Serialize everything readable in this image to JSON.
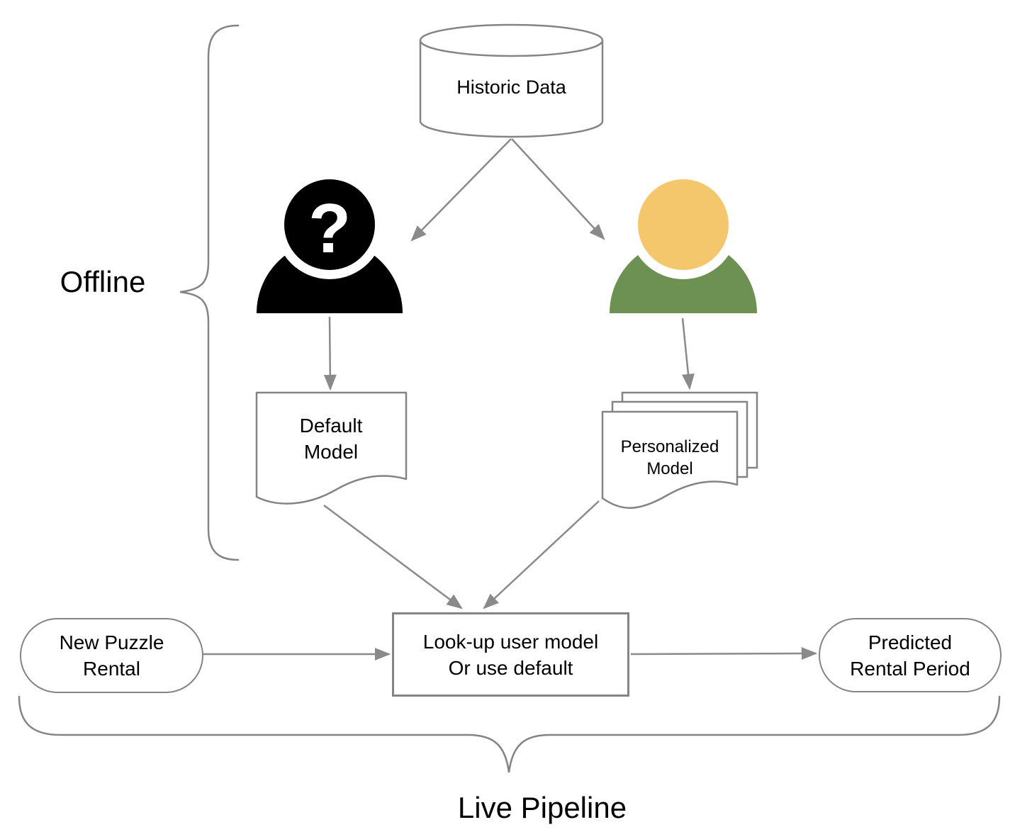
{
  "diagram": {
    "groups": {
      "offline": {
        "label": "Offline"
      },
      "live_pipeline": {
        "label": "Live Pipeline"
      }
    },
    "nodes": {
      "historic_data": {
        "type": "database",
        "label": "Historic Data"
      },
      "unknown_user": {
        "type": "person-icon",
        "glyph": "?"
      },
      "known_user": {
        "type": "person-icon"
      },
      "default_model": {
        "type": "document",
        "lines": [
          "Default",
          "Model"
        ]
      },
      "personalized_model": {
        "type": "document-stack",
        "lines": [
          "Personalized",
          "Model"
        ]
      },
      "lookup": {
        "type": "process",
        "lines": [
          "Look-up user model",
          "Or use default"
        ]
      },
      "new_puzzle_rental": {
        "type": "terminator",
        "lines": [
          "New Puzzle",
          "Rental"
        ]
      },
      "predicted_rental_period": {
        "type": "terminator",
        "lines": [
          "Predicted",
          "Rental Period"
        ]
      }
    },
    "edges": [
      {
        "from": "historic_data",
        "to": "unknown_user"
      },
      {
        "from": "historic_data",
        "to": "known_user"
      },
      {
        "from": "unknown_user",
        "to": "default_model"
      },
      {
        "from": "known_user",
        "to": "personalized_model"
      },
      {
        "from": "default_model",
        "to": "lookup"
      },
      {
        "from": "personalized_model",
        "to": "lookup"
      },
      {
        "from": "new_puzzle_rental",
        "to": "lookup"
      },
      {
        "from": "lookup",
        "to": "predicted_rental_period"
      }
    ],
    "colors": {
      "stroke": "#848484",
      "connector": "#8a8a8a",
      "text": "#000000",
      "unknown_user_fill": "#000000",
      "known_user_head": "#f5c76d",
      "known_user_body": "#6d9152",
      "question_mark": "#ffffff"
    }
  }
}
